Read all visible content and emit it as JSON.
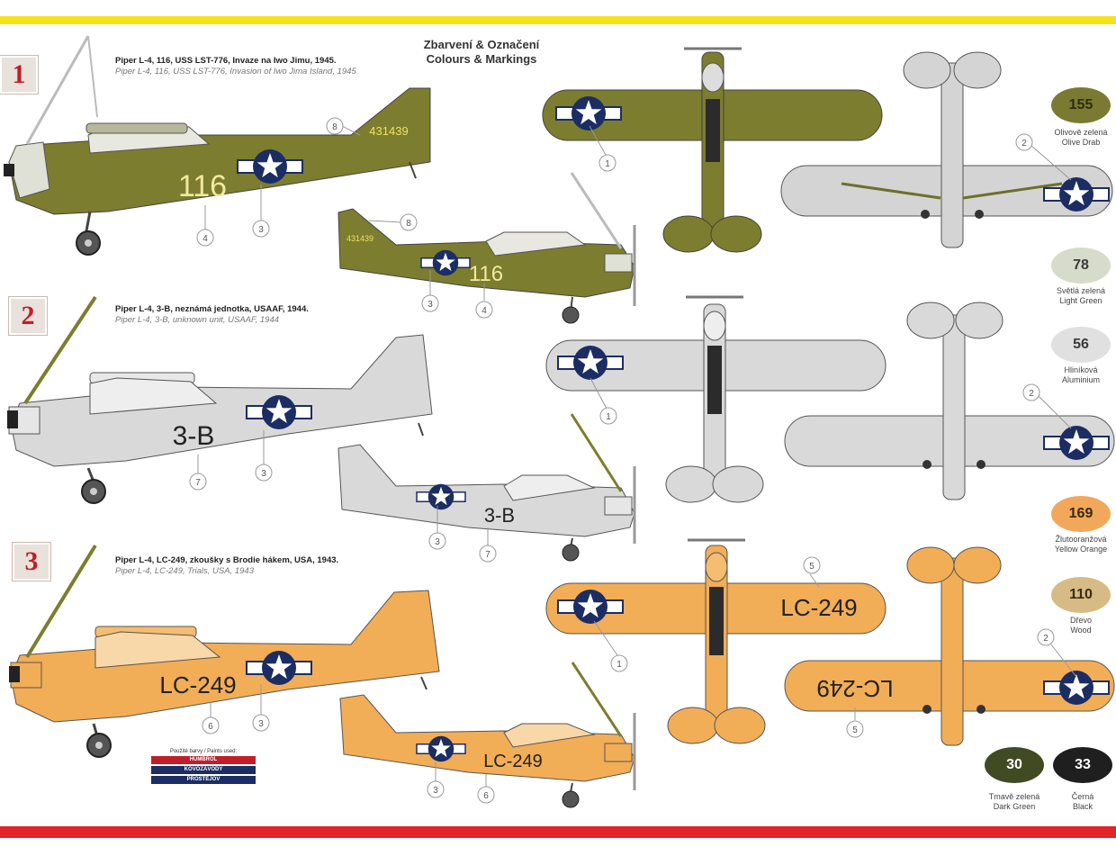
{
  "header": {
    "title_cz": "Zbarvení & Označení",
    "title_en": "Colours & Markings"
  },
  "schemes": [
    {
      "num": "1",
      "caption_cz": "Piper L-4, 116, USS LST-776, Invaze na Iwo Jimu, 1945.",
      "caption_en": "Piper L-4, 116, USS LST-776, Invasion of Iwo Jima Island, 1945",
      "fuselage_code": "116",
      "tail_serial": "431439",
      "color": "#7c7d2f"
    },
    {
      "num": "2",
      "caption_cz": "Piper L-4, 3-B, neznámá jednotka, USAAF, 1944.",
      "caption_en": "Piper L-4, 3-B, unknown unit, USAAF, 1944",
      "fuselage_code": "3-B",
      "color": "#d9d9d9"
    },
    {
      "num": "3",
      "caption_cz": "Piper L-4, LC-249, zkoušky s Brodie hákem, USA, 1943.",
      "caption_en": "Piper L-4, LC-249, Trials, USA, 1943",
      "fuselage_code": "LC-249",
      "color": "#f2ad57"
    }
  ],
  "callouts": {
    "c1": "1",
    "c2": "2",
    "c3": "3",
    "c4": "4",
    "c5": "5",
    "c6": "6",
    "c7": "7",
    "c8": "8"
  },
  "swatches": [
    {
      "code": "155",
      "cz": "Olivově zelená",
      "en": "Olive Drab",
      "color": "#7a7a32",
      "text": "#2e2e10"
    },
    {
      "code": "78",
      "cz": "Světlá zelená",
      "en": "Light Green",
      "color": "#d7dbc9",
      "text": "#3a3a3a"
    },
    {
      "code": "56",
      "cz": "Hliníková",
      "en": "Aluminium",
      "color": "#e0e0e0",
      "text": "#3a3a3a"
    },
    {
      "code": "169",
      "cz": "Žlutooranžová",
      "en": "Yellow Orange",
      "color": "#f2a85a",
      "text": "#3a2a10"
    },
    {
      "code": "110",
      "cz": "Dřevo",
      "en": "Wood",
      "color": "#d6bb84",
      "text": "#3a2a10"
    },
    {
      "code": "30",
      "cz": "Tmavě zelená",
      "en": "Dark Green",
      "color": "#404a23",
      "text": "#ffffff"
    },
    {
      "code": "33",
      "cz": "Černá",
      "en": "Black",
      "color": "#1f1f1f",
      "text": "#ffffff"
    }
  ],
  "paint_brand": {
    "label": "Použité barvy / Paints used:",
    "brand": "HUMBROL",
    "sub1": "KOVOZÁVODY",
    "sub2": "PROSTĚJOV"
  }
}
